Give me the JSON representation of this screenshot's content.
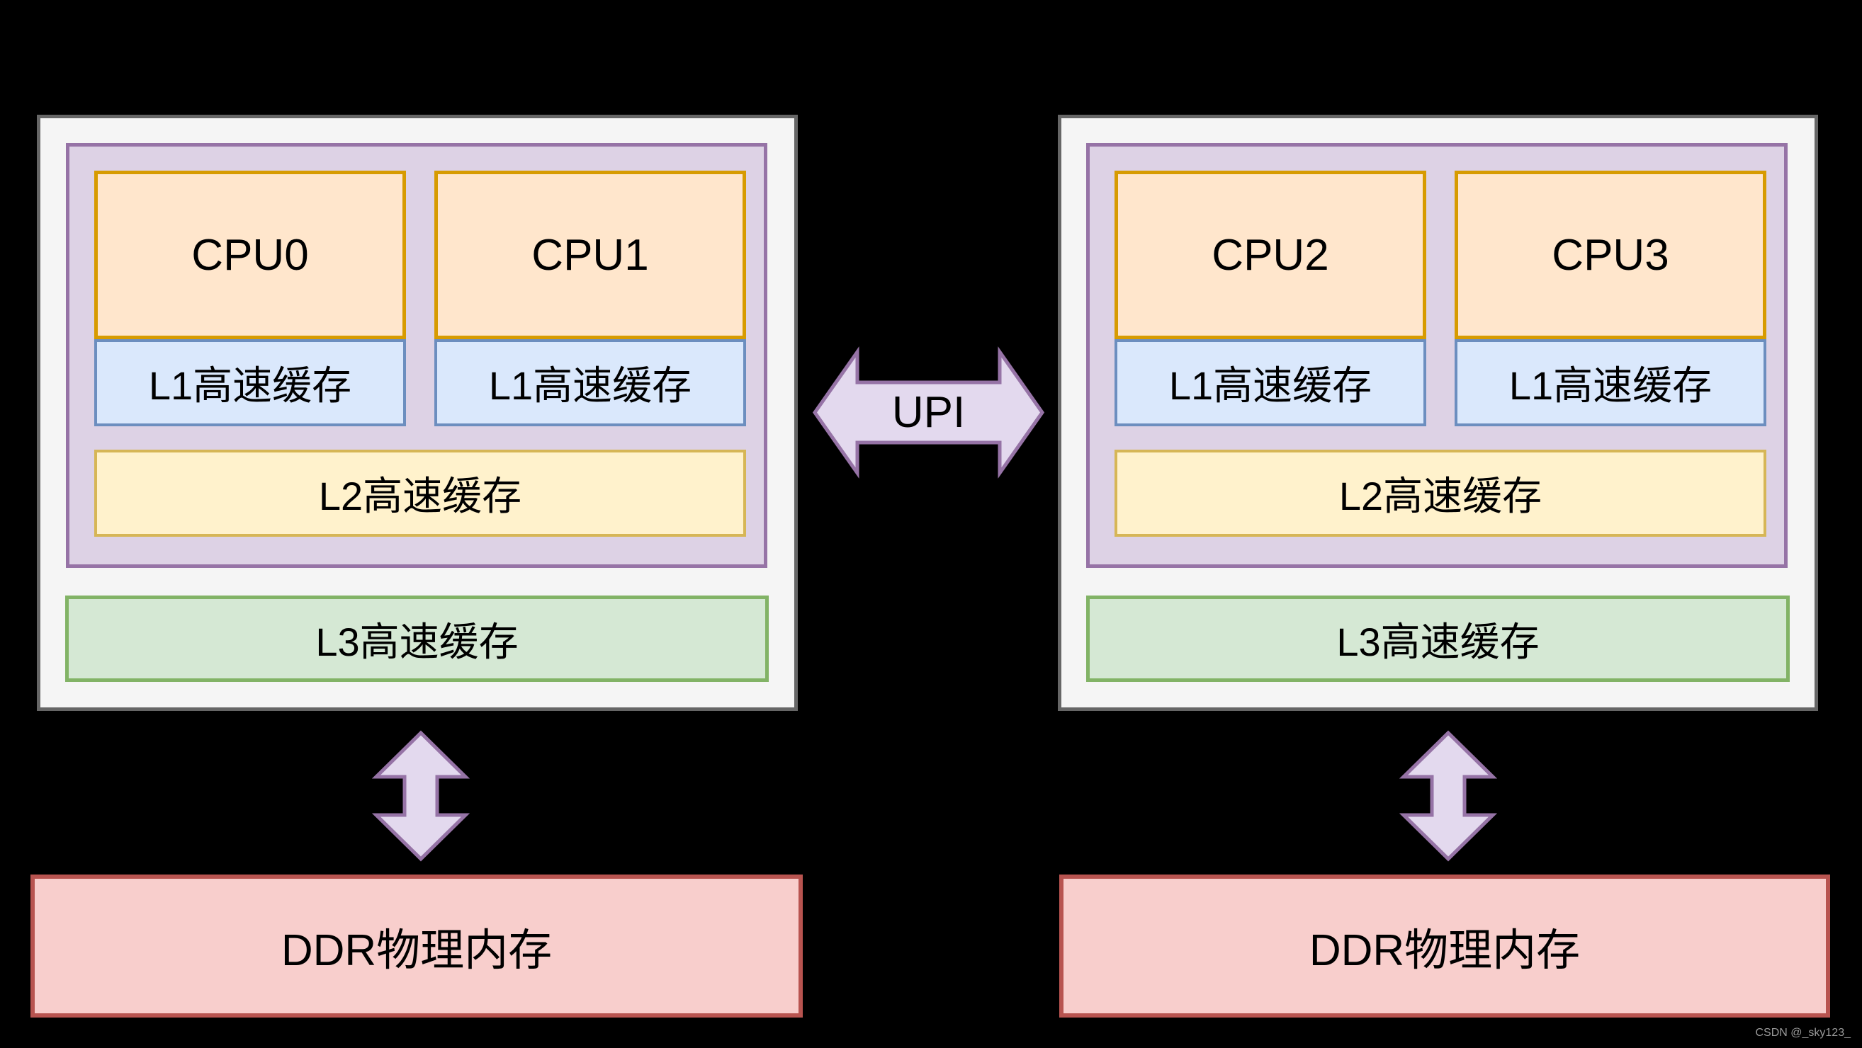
{
  "interconnect": {
    "label": "UPI"
  },
  "sockets": [
    {
      "cpus": [
        {
          "label": "CPU0"
        },
        {
          "label": "CPU1"
        }
      ],
      "l1_label": "L1高速缓存",
      "l2_label": "L2高速缓存",
      "l3_label": "L3高速缓存",
      "ddr_label": "DDR物理内存"
    },
    {
      "cpus": [
        {
          "label": "CPU2"
        },
        {
          "label": "CPU3"
        }
      ],
      "l1_label": "L1高速缓存",
      "l2_label": "L2高速缓存",
      "l3_label": "L3高速缓存",
      "ddr_label": "DDR物理内存"
    }
  ],
  "watermark": "CSDN @_sky123_",
  "colors": {
    "background": "#000000",
    "socket_fill": "#f5f5f5",
    "socket_border": "#666666",
    "cluster_fill": "#ddd2e5",
    "cluster_border": "#9673a6",
    "cpu_fill": "#ffe6cc",
    "cpu_border": "#d79b00",
    "l1_fill": "#dae8fc",
    "l1_border": "#6c8ebf",
    "l2_fill": "#fff2cc",
    "l2_border": "#d6b656",
    "l3_fill": "#d5e8d4",
    "l3_border": "#82b366",
    "ddr_fill": "#f8cecc",
    "ddr_border": "#b85450",
    "arrow_fill": "#e3d9ee",
    "arrow_border": "#9673a6"
  }
}
